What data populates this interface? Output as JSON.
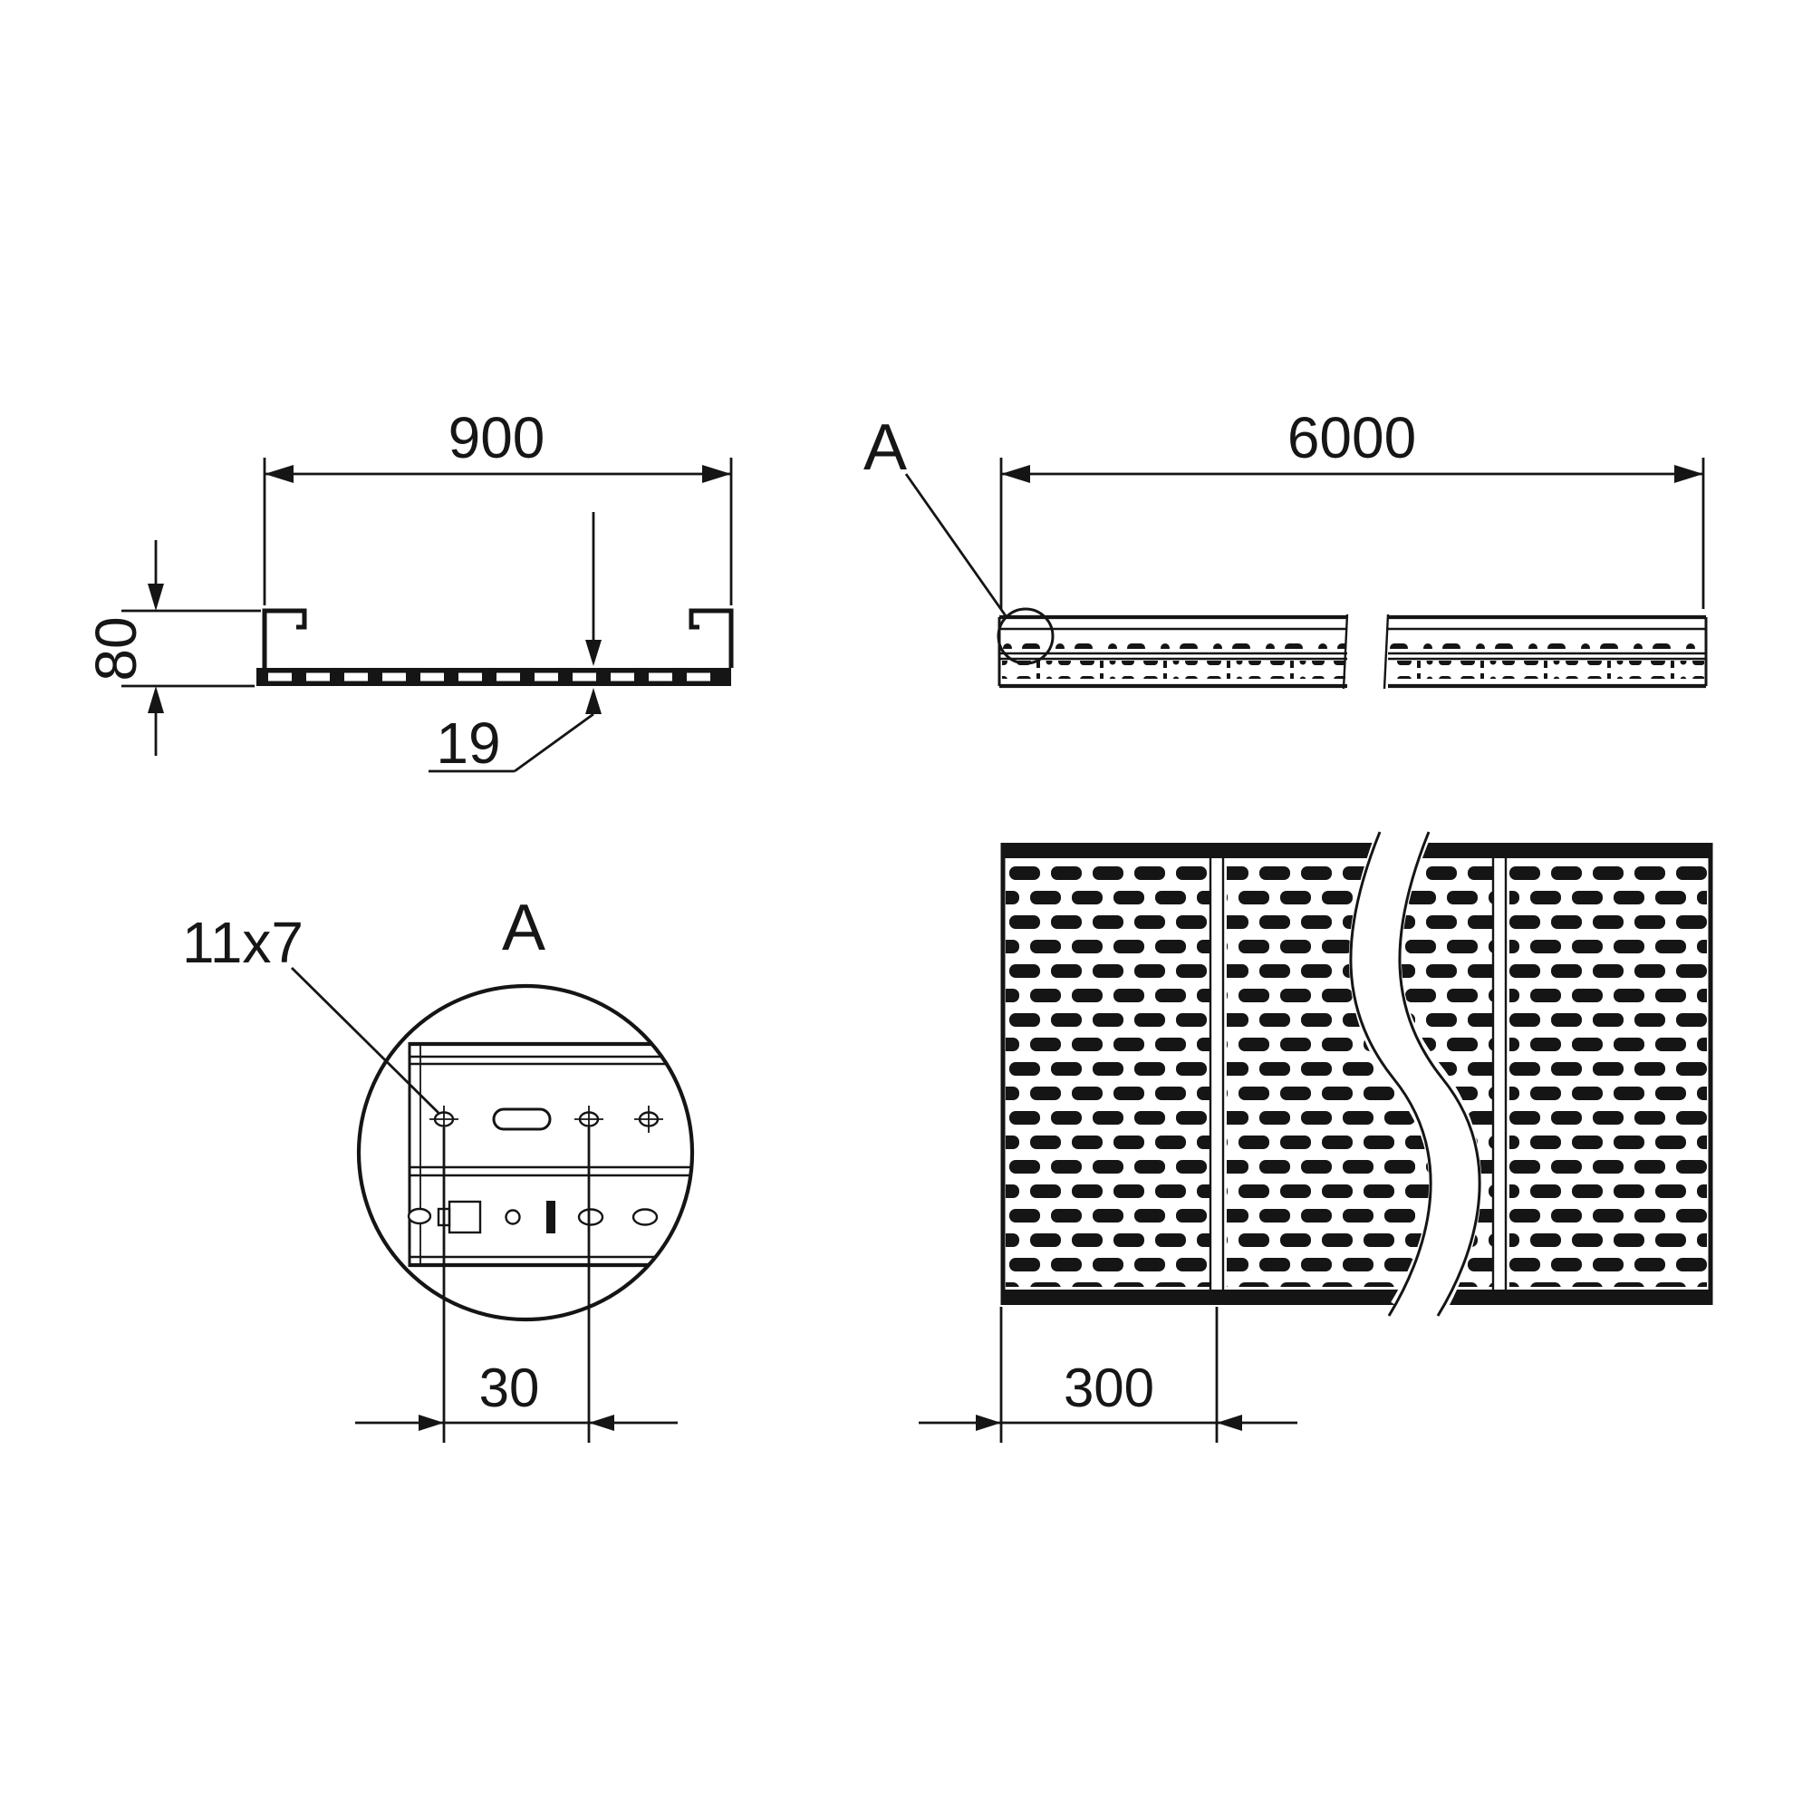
{
  "drawing": {
    "kind": "cable-tray-technical-drawing",
    "line_color": "#151515",
    "views": {
      "cross_section": {
        "width_dim": "900",
        "height_dim": "80",
        "base_height_dim": "19"
      },
      "side_view": {
        "length_dim": "6000",
        "detail_marker_label": "A"
      },
      "detail_a": {
        "title": "A",
        "slot_size_label": "11x7",
        "hole_pitch_dim": "30"
      },
      "plan_view": {
        "column_pitch_dim": "300"
      }
    }
  }
}
